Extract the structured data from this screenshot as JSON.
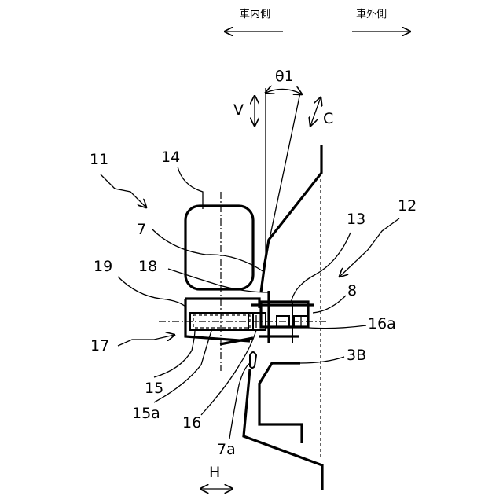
{
  "directions": {
    "inside": "車内側",
    "outside": "車外側"
  },
  "labels": {
    "theta1": "θ1",
    "V": "V",
    "C": "C",
    "H": "H",
    "n11": "11",
    "n12": "12",
    "n14": "14",
    "n7": "7",
    "n13": "13",
    "n18": "18",
    "n19": "19",
    "n8": "8",
    "n16a": "16a",
    "n17": "17",
    "n3B": "3B",
    "n15": "15",
    "n15a": "15a",
    "n16": "16",
    "n7a": "7a"
  }
}
